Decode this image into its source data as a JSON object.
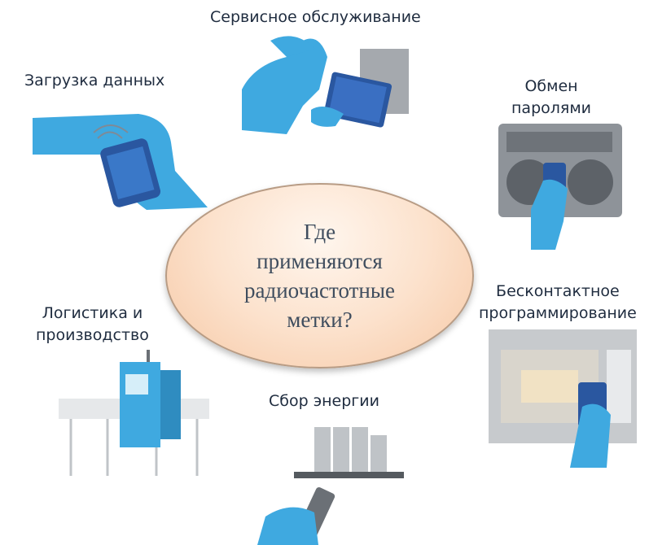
{
  "center": {
    "text": "Где\nприменяются\nрадиочастотные\nметки?"
  },
  "uses": [
    {
      "label": "Сервисное обслуживание"
    },
    {
      "label": "Загрузка данных"
    },
    {
      "label": "Обмен\nпаролями"
    },
    {
      "label": "Бесконтактное\nпрограммирование"
    },
    {
      "label": "Сбор энергии"
    },
    {
      "label": "Логистика и\nпроизводство"
    }
  ],
  "colors": {
    "hand": "#3fa9e0",
    "device": "#2a57a0",
    "machine": "#b0b5bb",
    "text": "#1f2c3f",
    "ellipse": "#f9d6bb"
  },
  "icons": [
    "service-worker-tablet-icon",
    "wrist-phone-icon",
    "boombox-hand-icon",
    "microwave-hand-icon",
    "energy-harvesting-icon",
    "metal-detector-conveyor-icon"
  ]
}
